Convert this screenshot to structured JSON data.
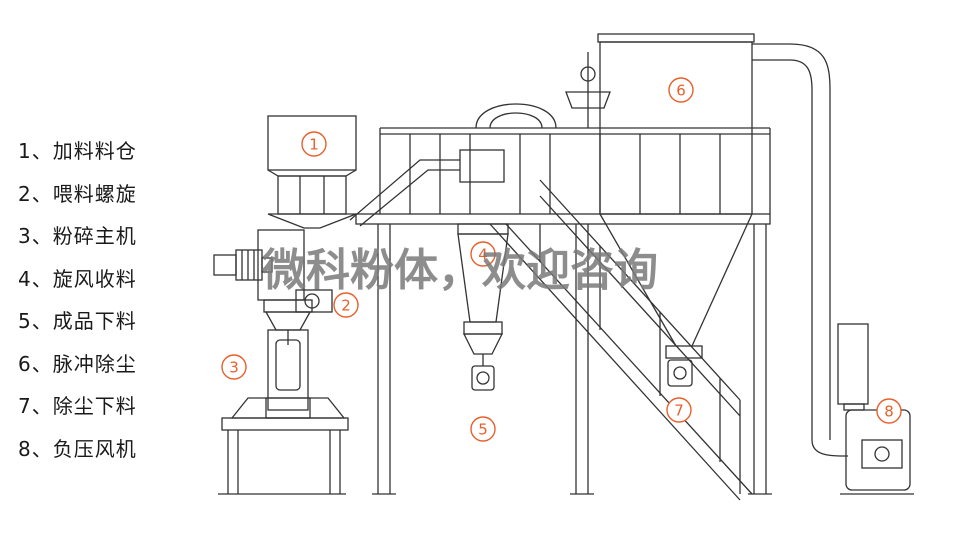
{
  "legend": [
    {
      "num": "1",
      "sep": "、",
      "label": "加料料仓"
    },
    {
      "num": "2",
      "sep": "、",
      "label": "喂料螺旋"
    },
    {
      "num": "3",
      "sep": "、",
      "label": "粉碎主机"
    },
    {
      "num": "4",
      "sep": "、",
      "label": "旋风收料"
    },
    {
      "num": "5",
      "sep": "、",
      "label": "成品下料"
    },
    {
      "num": "6",
      "sep": "、",
      "label": "脉冲除尘"
    },
    {
      "num": "7",
      "sep": "、",
      "label": "除尘下料"
    },
    {
      "num": "8",
      "sep": "、",
      "label": "负压风机"
    }
  ],
  "markers": [
    "①",
    "②",
    "③",
    "④",
    "⑤",
    "⑥",
    "⑦",
    "⑧"
  ],
  "watermark": "微科粉体，欢迎咨询",
  "colors": {
    "marker": "#e8602c",
    "line": "#333333",
    "text": "#1a1a1a"
  }
}
